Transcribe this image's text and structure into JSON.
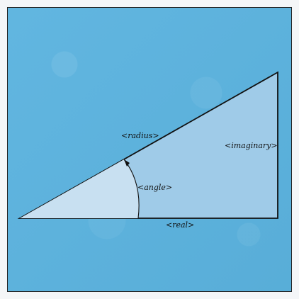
{
  "diagram": {
    "labels": {
      "radius": "<radius>",
      "imaginary": "<imaginary>",
      "angle": "<angle>",
      "real": "<real>"
    },
    "colors": {
      "background": "#5bb3df",
      "triangle_fill": "#9fcbe8",
      "angle_fill": "#c8e0f1",
      "stroke": "#111111"
    }
  }
}
